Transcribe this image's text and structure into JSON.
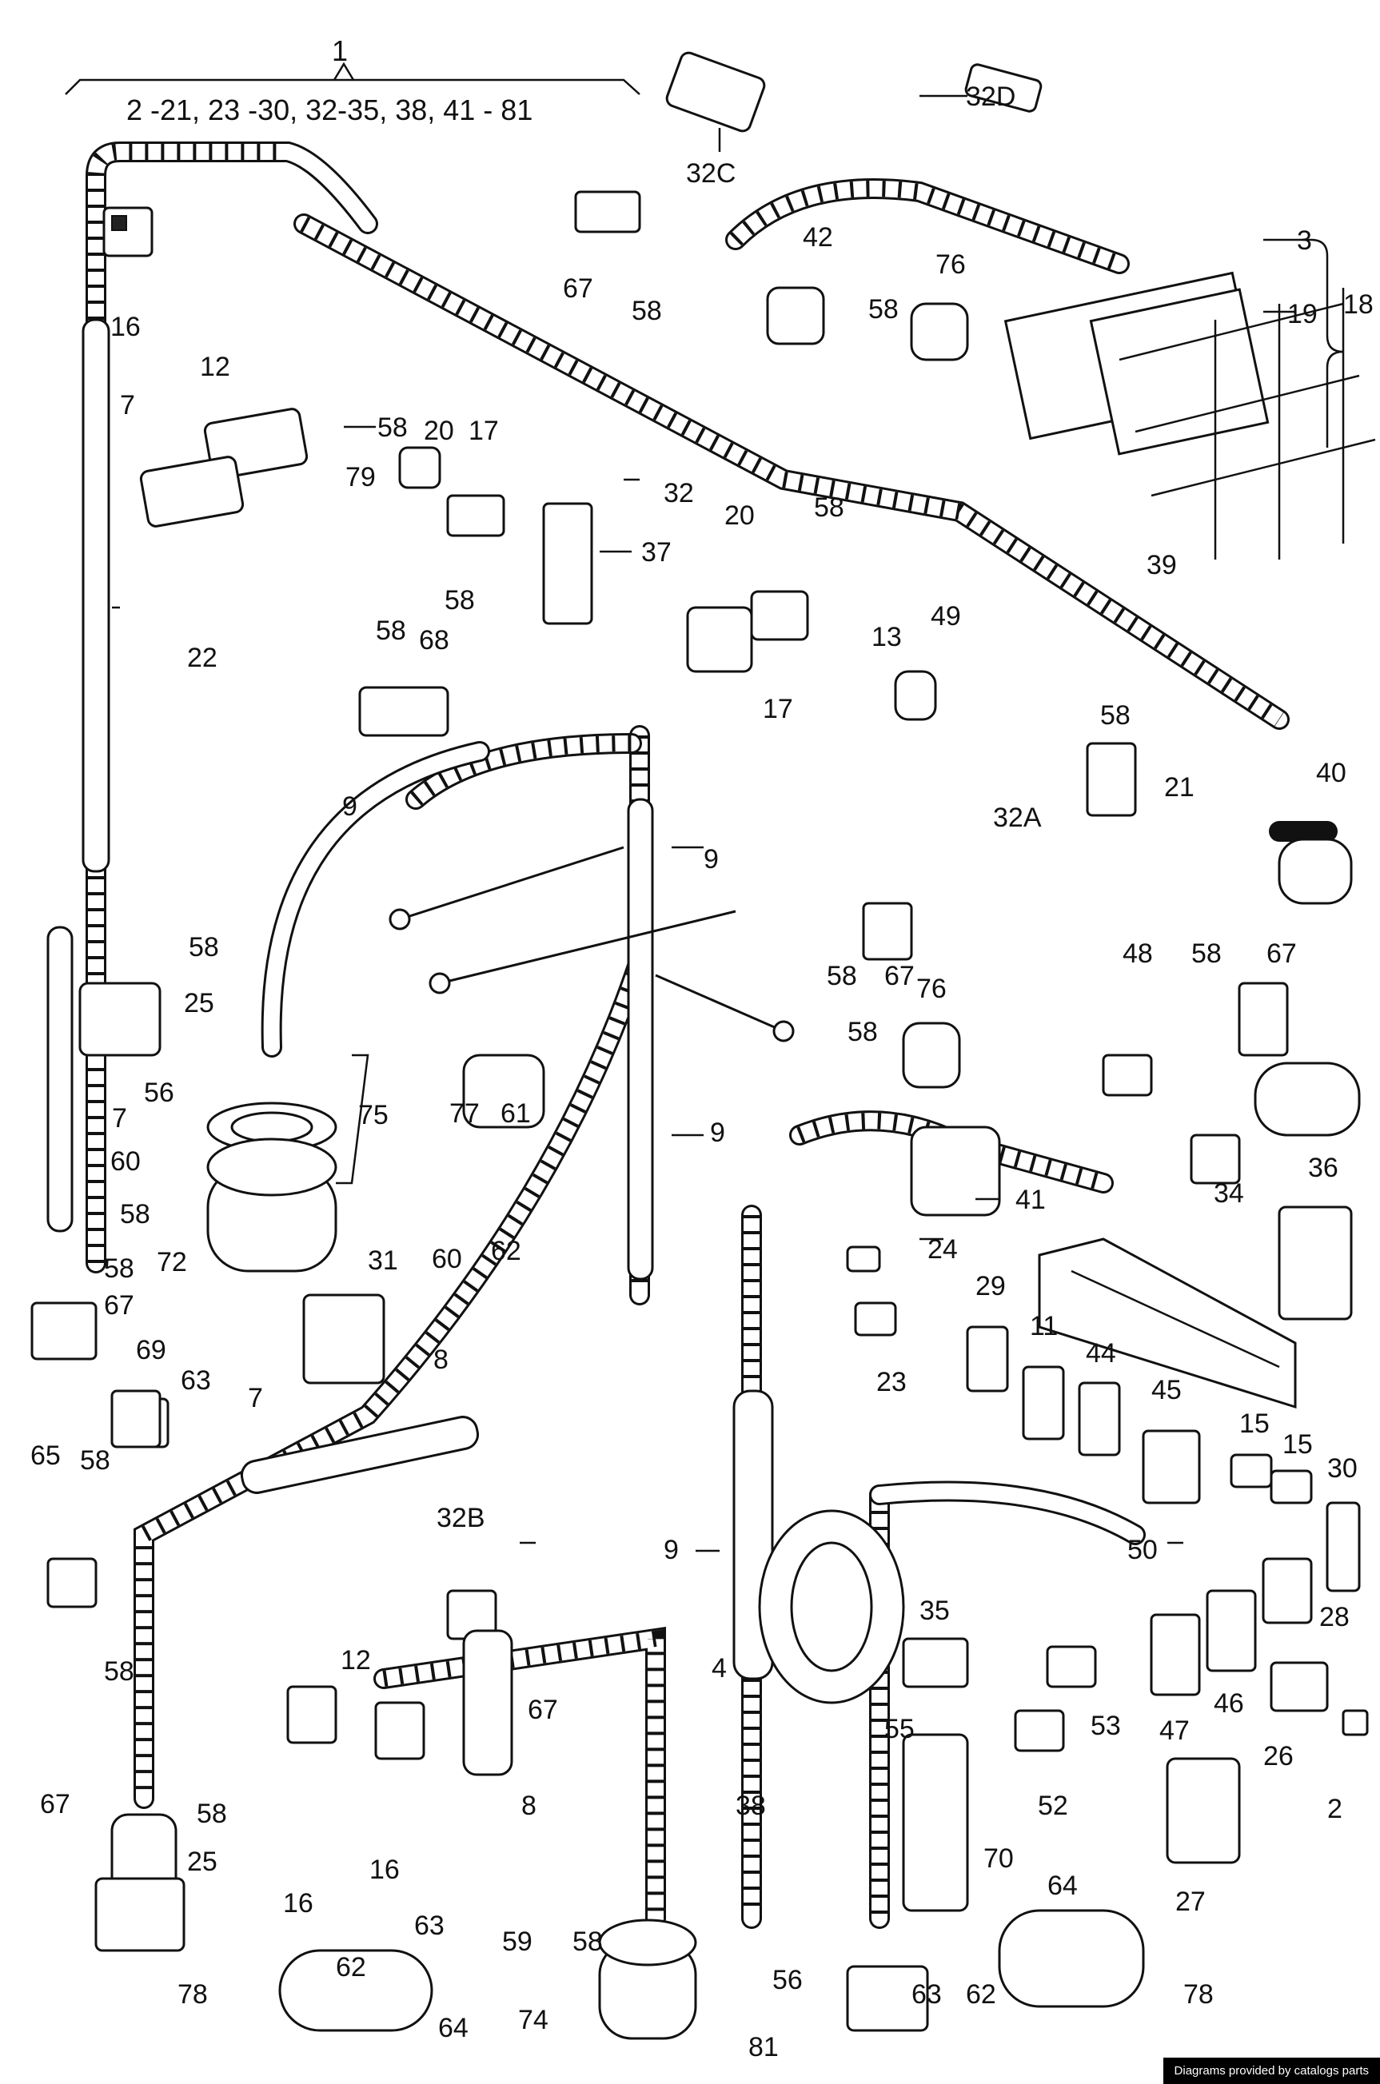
{
  "header": {
    "assembly_number": "1",
    "assembly_parts": "2 -21, 23 -30, 32-35, 38, 41 - 81"
  },
  "callouts": [
    "3",
    "18",
    "19",
    "32D",
    "32C",
    "42",
    "67",
    "58",
    "76",
    "58",
    "16",
    "12",
    "7",
    "58",
    "79",
    "20",
    "17",
    "32",
    "37",
    "58",
    "39",
    "20",
    "58",
    "17",
    "13",
    "49",
    "22",
    "58",
    "68",
    "58",
    "21",
    "40",
    "9",
    "9",
    "32A",
    "48",
    "58",
    "67",
    "58",
    "25",
    "58",
    "67",
    "76",
    "58",
    "56",
    "60",
    "58",
    "72",
    "75",
    "77",
    "61",
    "60",
    "62",
    "9",
    "36",
    "34",
    "41",
    "7",
    "58",
    "67",
    "24",
    "31",
    "8",
    "29",
    "11",
    "44",
    "45",
    "23",
    "69",
    "63",
    "7",
    "65",
    "58",
    "15",
    "15",
    "30",
    "32B",
    "50",
    "9",
    "28",
    "35",
    "58",
    "12",
    "67",
    "4",
    "55",
    "53",
    "46",
    "47",
    "26",
    "67",
    "58",
    "25",
    "8",
    "52",
    "38",
    "16",
    "16",
    "63",
    "62",
    "70",
    "2",
    "27",
    "58",
    "64",
    "59",
    "74",
    "78",
    "64",
    "56",
    "63",
    "62",
    "78",
    "81"
  ],
  "credit": "Diagrams provided by catalogs parts"
}
